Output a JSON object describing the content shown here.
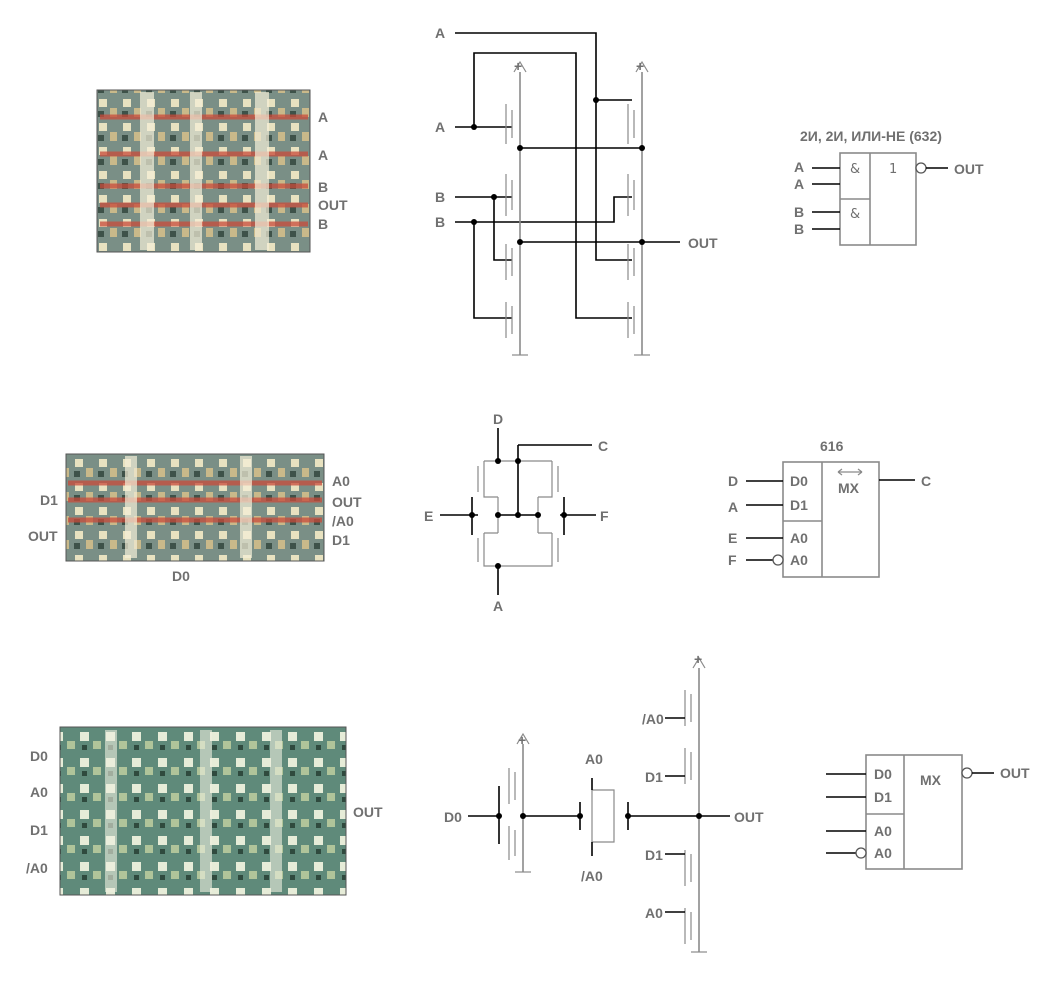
{
  "section1": {
    "photo_labels": [
      "A",
      "A",
      "B",
      "OUT",
      "B"
    ],
    "schem_labels": {
      "a_top": "A",
      "a_mid": "A",
      "b1": "B",
      "b2": "B",
      "out": "OUT",
      "plus1": "+",
      "plus2": "+"
    },
    "gate_title": "2И, 2И, ИЛИ-НЕ (632)",
    "gate_inputs": [
      "A",
      "A",
      "B",
      "B"
    ],
    "gate_and1": "&",
    "gate_and2": "&",
    "gate_or": "1",
    "gate_out": "OUT"
  },
  "section2": {
    "photo_left": [
      "D1",
      "OUT"
    ],
    "photo_right": [
      "A0",
      "OUT",
      "/A0",
      "D1"
    ],
    "photo_bottom": "D0",
    "schem_labels": {
      "d": "D",
      "c": "C",
      "e": "E",
      "f": "F",
      "a": "A"
    },
    "mux_title": "616",
    "mux_inputs": [
      "D",
      "A",
      "E",
      "F"
    ],
    "mux_pins": [
      "D0",
      "D1",
      "A0",
      "A0"
    ],
    "mux_func": "MX",
    "mux_out": "C"
  },
  "section3": {
    "photo_left": [
      "D0",
      "A0",
      "D1",
      "/A0"
    ],
    "photo_right": "OUT",
    "schem_labels": {
      "plus1": "+",
      "plus2": "+",
      "d0": "D0",
      "a0_tg": "A0",
      "na0_tg": "/A0",
      "out": "OUT",
      "na0": "/A0",
      "d1_top": "D1",
      "d1_bot": "D1",
      "a0_bot": "A0"
    },
    "mux_pins": [
      "D0",
      "D1",
      "A0",
      "A0"
    ],
    "mux_func": "MX",
    "mux_out": "OUT"
  }
}
